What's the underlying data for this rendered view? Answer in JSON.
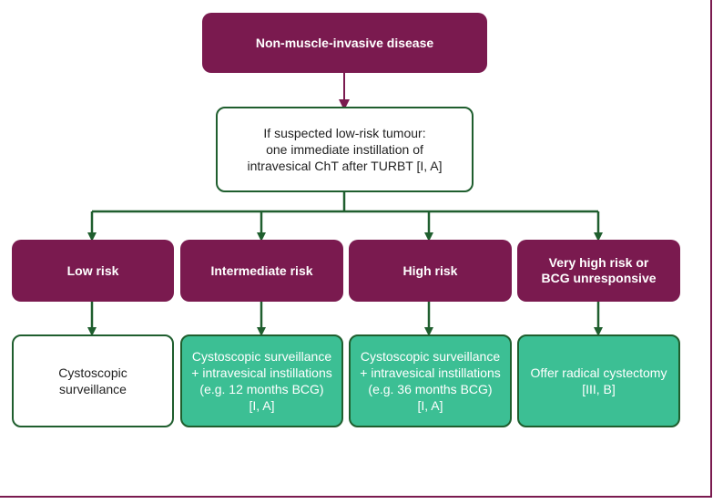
{
  "top": {
    "label": "Non-muscle-invasive disease"
  },
  "instillation": {
    "label": "If suspected low-risk tumour:\none immediate instillation of\nintravesical ChT after TURBT [I, A]"
  },
  "risk_groups": [
    {
      "label": "Low risk"
    },
    {
      "label": "Intermediate risk"
    },
    {
      "label": "High risk"
    },
    {
      "label": "Very high risk or\nBCG unresponsive"
    }
  ],
  "treatments": [
    {
      "label": "Cystoscopic\nsurveillance"
    },
    {
      "label": "Cystoscopic surveillance\n+ intravesical instillations\n(e.g. 12 months BCG)\n[I, A]"
    },
    {
      "label": "Cystoscopic surveillance\n+ intravesical instillations\n(e.g. 36 months BCG)\n[I, A]"
    },
    {
      "label": "Offer radical cystectomy\n[III, B]"
    }
  ],
  "colors": {
    "purple": "#7a1a4f",
    "dark_green": "#1f5e2e",
    "teal": "#3cbf94"
  }
}
